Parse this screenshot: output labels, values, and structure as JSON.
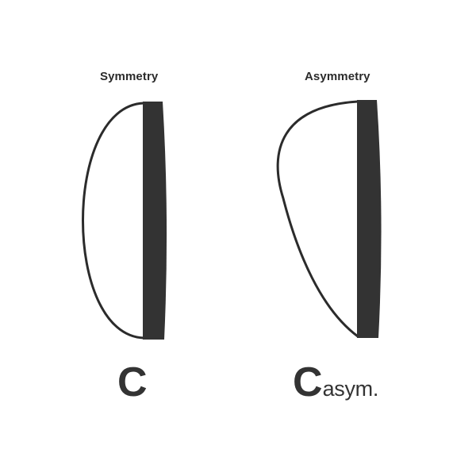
{
  "left": {
    "title": "Symmetry",
    "caption_main": "C"
  },
  "right": {
    "title": "Asymmetry",
    "caption_main": "C",
    "caption_sub": "asym."
  },
  "colors": {
    "stroke": "#2b2b2b",
    "fill": "#333333",
    "background": "#ffffff"
  }
}
